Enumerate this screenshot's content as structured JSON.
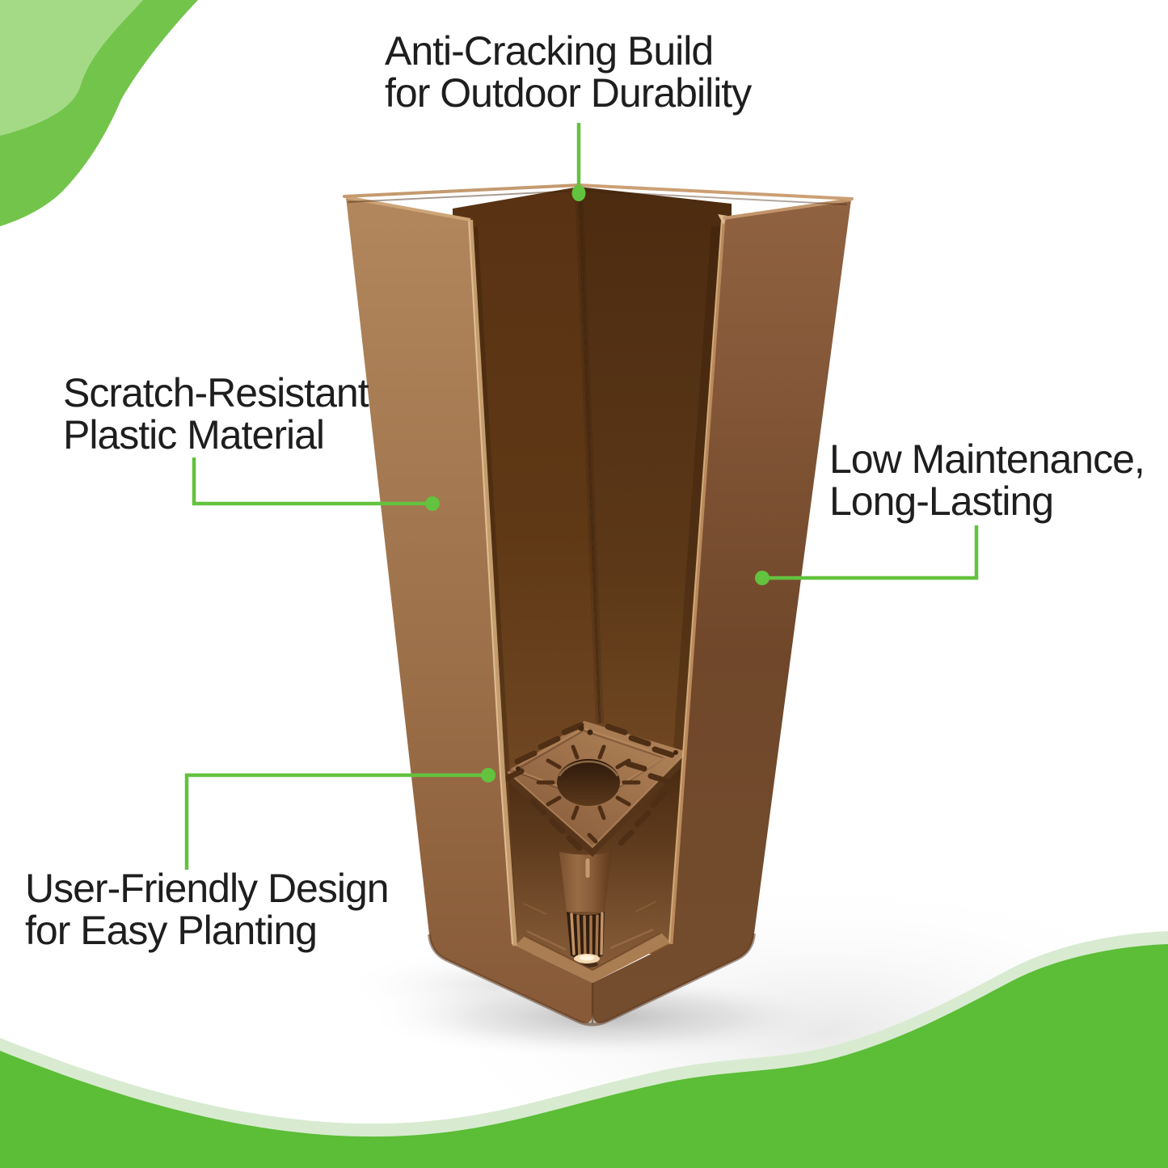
{
  "callouts": {
    "anti_cracking": {
      "line1": "Anti-Cracking Build",
      "line2": "for Outdoor Durability"
    },
    "scratch_resistant": {
      "line1": "Scratch-Resistant",
      "line2": "Plastic Material"
    },
    "low_maintenance": {
      "line1": "Low Maintenance,",
      "line2": "Long-Lasting"
    },
    "user_friendly": {
      "line1": "User-Friendly Design",
      "line2": "for Easy Planting"
    }
  },
  "colors": {
    "callout_green": "#63c23e",
    "wave_light_green": "#a4da85",
    "wave_mid_green": "#73c44b",
    "wave_bottom_green": "#5cbd37",
    "wave_pale_band": "#d8ebd1",
    "planter_light_wall": "#a87c54",
    "planter_dark_interior": "#5e3a1c",
    "text": "#1e1e1e",
    "background": "#ffffff"
  }
}
